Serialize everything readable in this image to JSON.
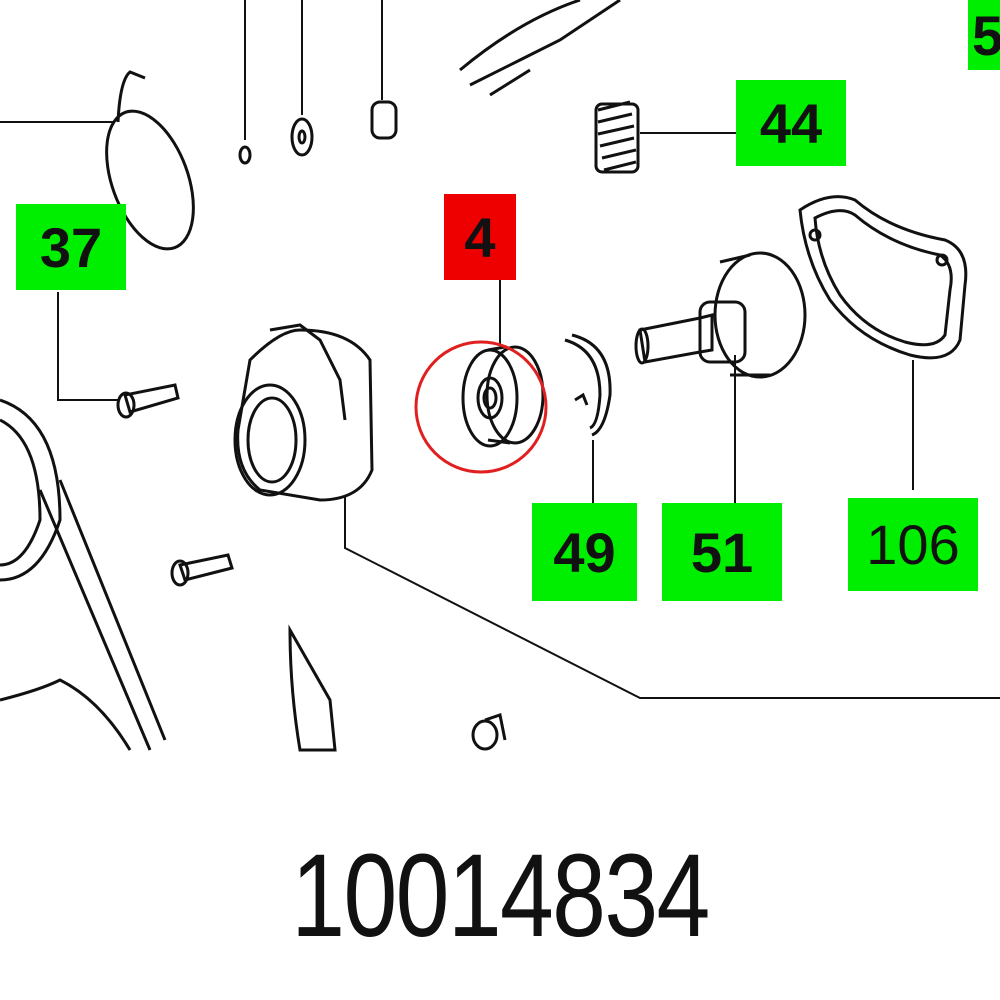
{
  "colors": {
    "label_bg": "#00ee00",
    "highlight_bg": "#ee0000",
    "highlight_ring": "#e02020"
  },
  "labels": [
    {
      "id": "5",
      "text": "5",
      "state": "partial"
    },
    {
      "id": "44",
      "text": "44"
    },
    {
      "id": "37",
      "text": "37"
    },
    {
      "id": "4",
      "text": "4",
      "state": "highlighted"
    },
    {
      "id": "49",
      "text": "49"
    },
    {
      "id": "51",
      "text": "51"
    },
    {
      "id": "106",
      "text": "106"
    }
  ],
  "part_number": "10014834"
}
